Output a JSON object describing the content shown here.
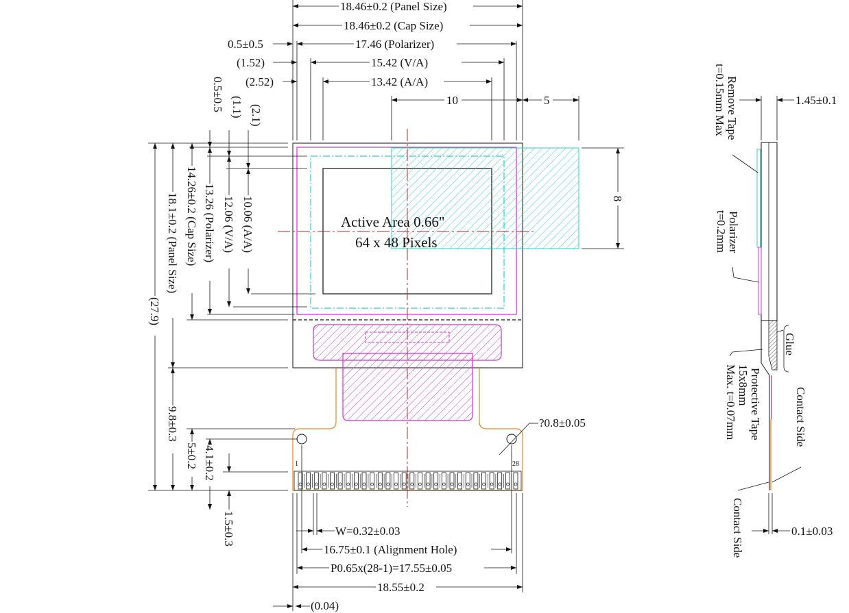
{
  "colors": {
    "line": "#111111",
    "polarizer": "#cc33cc",
    "view_area": "#33cccc",
    "centerline": "#cc2222",
    "fpc": "#e08a1e",
    "hatch_pink": "#cc33cc",
    "hatch_cyan": "#33cccc"
  },
  "front_view": {
    "active_area_title": "Active Area 0.66\"",
    "pixels": "64 x 48 Pixels",
    "top_dims": {
      "panel_size": "18.46±0.2 (Panel Size)",
      "cap_size": "18.46±0.2 (Cap Size)",
      "polarizer_offset": "0.5±0.5",
      "polarizer": "17.46 (Polarizer)",
      "va_offset": "(1.52)",
      "va": "15.42 (V/A)",
      "aa_offset": "(2.52)",
      "aa": "13.42 (A/A)",
      "inset_width": "10",
      "inset_offset": "5"
    },
    "left_dims": {
      "pol_offset": "0.5±0.5",
      "va_offset": "(1.1)",
      "aa_offset": "(2.1)",
      "aa": "10.06 (A/A)",
      "va": "12.06 (V/A)",
      "polarizer": "13.26 (Polarizer)",
      "cap": "14.26±0.2 (Cap Size)",
      "panel": "18.1±0.2 (Panel Size)",
      "total": "(27.9)",
      "fpc_len": "9.8±0.3",
      "d5": "5±0.2",
      "d41": "4.1±0.2",
      "d15": "1.5±0.3"
    },
    "inset_height": "8",
    "hole_label": "?0.8±0.05",
    "pin_first": "1",
    "pin_last": "28",
    "bottom_dims": {
      "w": "W=0.32±0.03",
      "alignment": "16.75±0.1 (Alignment Hole)",
      "pitch": "P0.65x(28-1)=17.55±0.05",
      "width": "18.55±0.2",
      "offset": "(0.04)"
    }
  },
  "side_view": {
    "remove_tape": [
      "Remove Tape",
      "t=0.15mm Max"
    ],
    "thickness": "1.45±0.1",
    "polarizer": [
      "Polarizer",
      "t=0.2mm"
    ],
    "glue": "Glue",
    "protective_tape": [
      "Protective Tape",
      "15x8mm",
      "Max. t=0.07mm"
    ],
    "contact_side_top": "Contact Side",
    "contact_side_bottom": "Contact Side",
    "fpc_thickness": "0.1±0.03"
  }
}
